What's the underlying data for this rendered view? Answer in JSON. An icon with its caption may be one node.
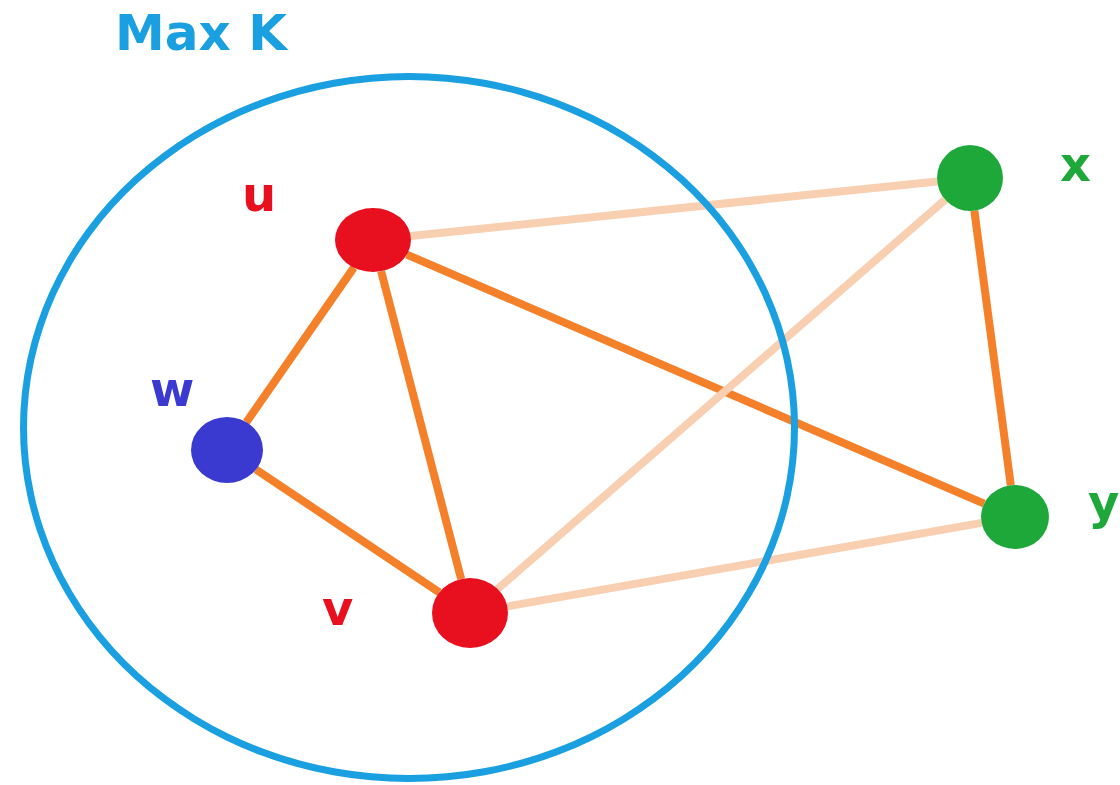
{
  "diagram": {
    "nodes": [
      {
        "text": [
          "Max K"
        ]
      },
      {
        "text": [],
        "shape": "circle",
        "beside": [
          "u"
        ],
        "in": 0
      },
      {
        "text": [],
        "shape": "circle",
        "beside": [
          "w"
        ],
        "in": 0
      },
      {
        "text": [],
        "shape": "circle",
        "beside": [
          "v"
        ],
        "in": 0
      },
      {
        "text": [],
        "shape": "circle",
        "beside": [
          "x"
        ]
      },
      {
        "text": [],
        "shape": "circle",
        "beside": [
          "y"
        ]
      }
    ],
    "edges": [
      {
        "from": 1,
        "to": 2,
        "arrow": "none"
      },
      {
        "from": 1,
        "to": 3,
        "arrow": "none"
      },
      {
        "from": 2,
        "to": 3,
        "arrow": "none"
      },
      {
        "from": 1,
        "to": 5,
        "arrow": "none"
      },
      {
        "from": 4,
        "to": 5,
        "arrow": "none"
      },
      {
        "from": 1,
        "to": 4,
        "arrow": "none",
        "color": "#f9cfb2"
      },
      {
        "from": 3,
        "to": 4,
        "arrow": "none",
        "color": "#f9cfb2"
      },
      {
        "from": 3,
        "to": 5,
        "arrow": "none",
        "color": "#f9cfb2"
      }
    ]
  }
}
